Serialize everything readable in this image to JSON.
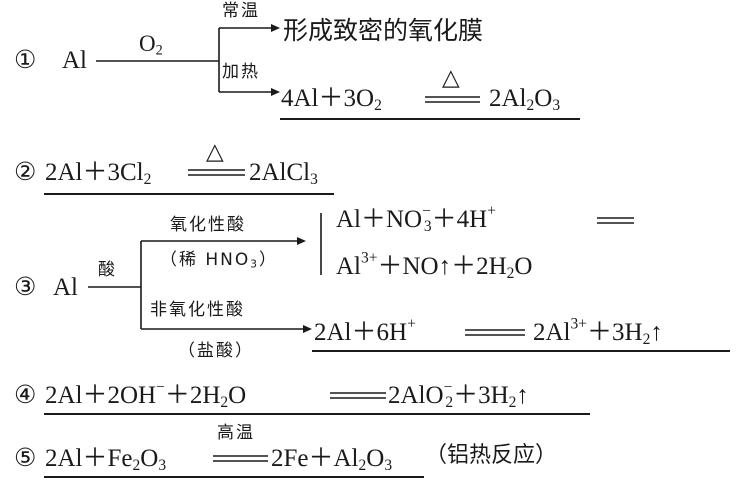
{
  "rows": {
    "r1": {
      "num": "①",
      "reactant": "Al",
      "condition": "O",
      "condition_sub": "2",
      "branch_top_label": "常温",
      "branch_top_result": "形成致密的氧化膜",
      "branch_bottom_label": "加热",
      "eq_a": "4Al＋3O",
      "eq_a_sub": "2",
      "eq_arrow_mark": "△",
      "eq_b": "2Al",
      "eq_b_sub1": "2",
      "eq_b_mid": "O",
      "eq_b_sub2": "3"
    },
    "r2": {
      "num": "②",
      "eq_a": "2Al＋3Cl",
      "eq_a_sub": "2",
      "eq_arrow_mark": "△",
      "eq_b": "2AlCl",
      "eq_b_sub": "3"
    },
    "r3": {
      "num": "③",
      "reactant": "Al",
      "condition": "酸",
      "upper_label_1": "氧化性酸",
      "upper_label_2a": "（稀 HNO",
      "upper_label_2_sub": "3",
      "upper_label_2b": "）",
      "upper_eq_line1_a": "Al＋NO",
      "upper_eq_line1_sup": "−",
      "upper_eq_line1_sub": "3",
      "upper_eq_line1_b": "＋4H",
      "upper_eq_line1_sup2": "+",
      "upper_eq_line2_a": "Al",
      "upper_eq_line2_sup": "3+",
      "upper_eq_line2_b": "＋NO",
      "upper_eq_line2_arrow": "↑",
      "upper_eq_line2_c": "＋2H",
      "upper_eq_line2_sub": "2",
      "upper_eq_line2_d": "O",
      "lower_label_1": "非氧化性酸",
      "lower_label_2": "（盐酸）",
      "lower_eq_a": "2Al＋6H",
      "lower_eq_a_sup": "+",
      "lower_eq_b": "2Al",
      "lower_eq_b_sup": "3+",
      "lower_eq_c": "＋3H",
      "lower_eq_c_sub": "2",
      "lower_eq_arrow": "↑"
    },
    "r4": {
      "num": "④",
      "eq_a": "2Al＋2OH",
      "eq_a_sup": "−",
      "eq_a2": "＋2H",
      "eq_a2_sub": "2",
      "eq_a3": "O",
      "eq_b": "2AlO",
      "eq_b_sup": "−",
      "eq_b_sub": "2",
      "eq_b2": "＋3H",
      "eq_b2_sub": "2",
      "eq_arrow": "↑"
    },
    "r5": {
      "num": "⑤",
      "eq_a": "2Al＋Fe",
      "eq_a_sub1": "2",
      "eq_a_mid": "O",
      "eq_a_sub2": "3",
      "eq_cond": "高温",
      "eq_b": "2Fe＋Al",
      "eq_b_sub1": "2",
      "eq_b_mid": "O",
      "eq_b_sub2": "3",
      "note": "（铝热反应）"
    }
  }
}
